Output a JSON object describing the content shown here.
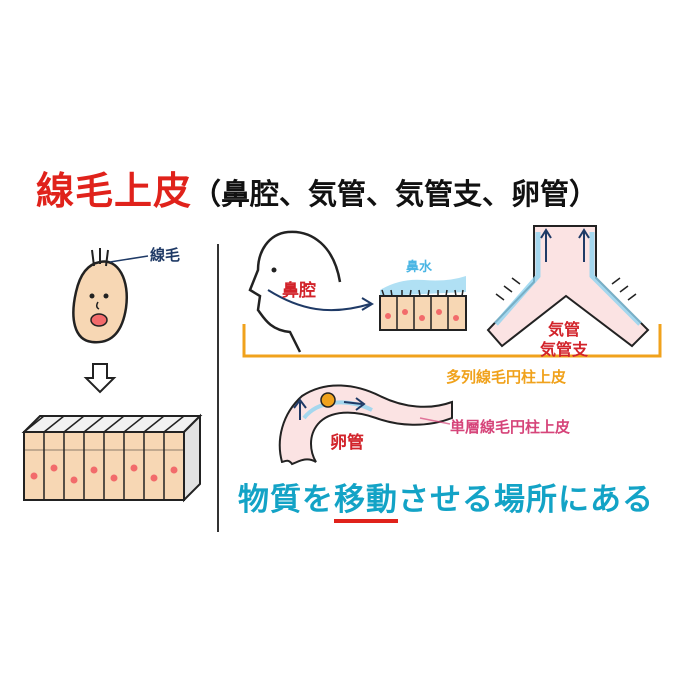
{
  "title": {
    "main": "線毛上皮",
    "sub": "（鼻腔、気管、気管支、卵管）"
  },
  "labels": {
    "cilia": "線毛",
    "nasal_cavity": "鼻腔",
    "nasal_mucus": "鼻水",
    "trachea": "気管",
    "bronchus": "気管支",
    "pseudostratified": "多列線毛円柱上皮",
    "oviduct": "卵管",
    "simple": "単層線毛円柱上皮"
  },
  "summary": {
    "before": "物質を",
    "underlined": "移動",
    "after": "させる場所にある"
  },
  "colors": {
    "title_red": "#e0221b",
    "label_navy": "#1f3a66",
    "label_red": "#d2232a",
    "label_orange": "#f0a21c",
    "label_pink": "#d6457a",
    "summary_cyan": "#13a3c6",
    "cell_fill": "#f7d7b4",
    "nucleus": "#f26b6b",
    "mucus_blue": "#8fd3f0",
    "airway_pink": "#fbe3e3"
  }
}
